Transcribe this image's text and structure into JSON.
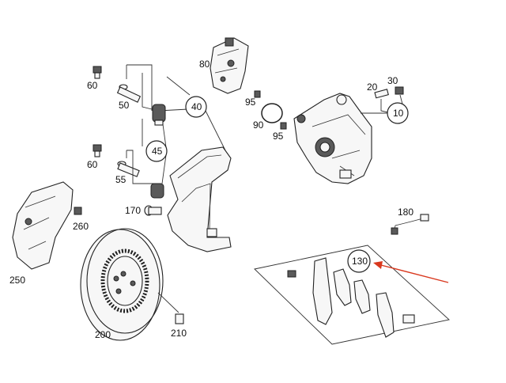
{
  "diagram": {
    "callouts": {
      "c10": "10",
      "c20": "20",
      "c30": "30",
      "c40": "40",
      "c45": "45",
      "c50": "50",
      "c55": "55",
      "c60a": "60",
      "c60b": "60",
      "c80": "80",
      "c90": "90",
      "c95a": "95",
      "c95b": "95",
      "c130": "130",
      "c170": "170",
      "c180": "180",
      "c200": "200",
      "c210": "210",
      "c250": "250",
      "c260": "260"
    },
    "colors": {
      "line": "#222222",
      "arrow": "#d9381e",
      "shade": "#5a5a5a"
    }
  }
}
